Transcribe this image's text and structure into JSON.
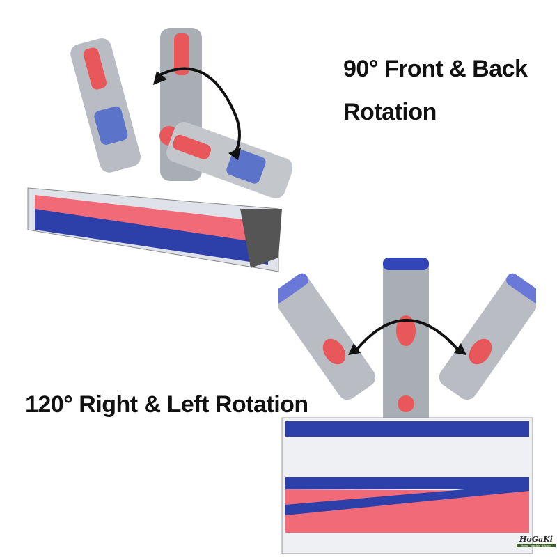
{
  "top_caption": {
    "line1": "90° Front & Back",
    "line2": "Rotation"
  },
  "bottom_caption": "120° Right & Left Rotation",
  "logo": {
    "name": "HoGaKi",
    "tagline": "Home · garden · kitchen"
  },
  "colors": {
    "body": "#b9bcc2",
    "accent": "#e8585a",
    "roller_blue": "#2d3fa8",
    "roller_red": "#f06a78"
  }
}
